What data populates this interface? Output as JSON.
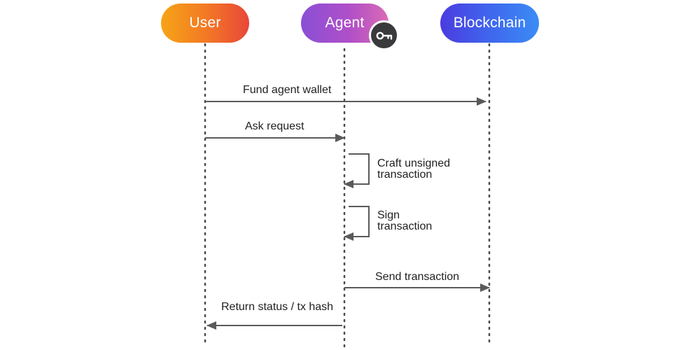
{
  "participants": {
    "user": {
      "label": "User",
      "gradient": [
        "#f6a417",
        "#e8473a"
      ]
    },
    "agent": {
      "label": "Agent",
      "gradient": [
        "#8a4fd6",
        "#d96bb5"
      ],
      "badge_icon": "key-icon"
    },
    "blockchain": {
      "label": "Blockchain",
      "gradient": [
        "#4b3ce0",
        "#3c8cf6"
      ]
    }
  },
  "messages": {
    "fund": {
      "label": "Fund agent wallet",
      "from": "User",
      "to": "Blockchain"
    },
    "ask": {
      "label": "Ask request",
      "from": "User",
      "to": "Agent"
    },
    "craft": {
      "line1": "Craft unsigned",
      "line2": "transaction",
      "from": "Agent",
      "to": "Agent"
    },
    "sign": {
      "line1": "Sign",
      "line2": "transaction",
      "from": "Agent",
      "to": "Agent"
    },
    "send": {
      "label": "Send transaction",
      "from": "Agent",
      "to": "Blockchain"
    },
    "return": {
      "label": "Return status / tx hash",
      "from": "Agent",
      "to": "User"
    }
  },
  "colors": {
    "arrow": "#5a5a5a",
    "lifeline": "#4a4a4a",
    "badge": "#3a3a3c",
    "text": "#1f1f1f"
  }
}
